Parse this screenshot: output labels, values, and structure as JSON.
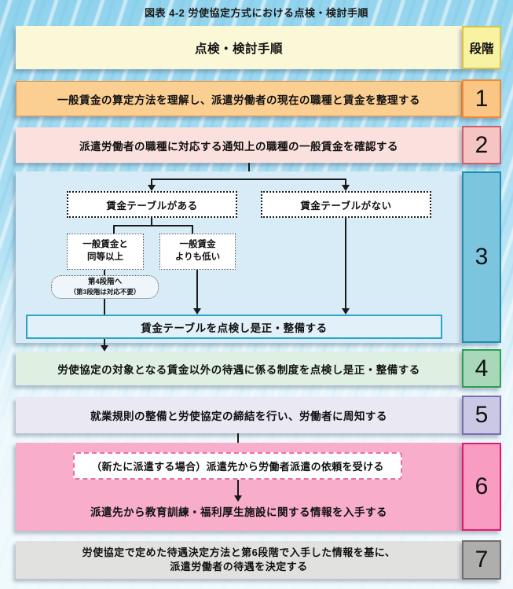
{
  "title": "図表 4-2 労使協定方式における点検・検討手順",
  "header": {
    "procedure_label": "点検・検討手順",
    "stage_label": "段階",
    "fill": "#FBF8D8",
    "stage_fill": "#F8F2A3",
    "stage_border": "#DCC344"
  },
  "steps": [
    {
      "num": "1",
      "text": "一般賃金の算定方法を理解し、派遣労働者の現在の職種と賃金を整理する",
      "fill": "#FBCE92",
      "border": "#EF9340",
      "num_fill": "#FAC585",
      "num_border": "#ED8A33"
    },
    {
      "num": "2",
      "text": "派遣労働者の職種に対応する通知上の職種の一般賃金を確認する",
      "fill": "#FBE1DE",
      "num_fill": "#F4C5C3",
      "num_border": "#CB5F70"
    },
    {
      "num": "3",
      "fill": "#D8ECF7",
      "num_fill": "#7CC5DF",
      "num_border": "#1F8DB0",
      "flow": {
        "has_table": "賃金テーブルがある",
        "no_table": "賃金テーブルがない",
        "equal_l1": "一般賃金と",
        "equal_l2": "同等以上",
        "below_l1": "一般賃金",
        "below_l2": "よりも低い",
        "skip_l1": "第4段階へ",
        "skip_l2": "（第3段階は対応不要）",
        "fix_bar": "賃金テーブルを点検し是正・整備する",
        "fix_fill": "#E2F1F9",
        "fix_border": "#2BA5C5"
      }
    },
    {
      "num": "4",
      "text": "労使協定の対象となる賃金以外の待遇に係る制度を点検し是正・整備する",
      "fill": "#DFF0E3",
      "num_fill": "#A9D7B9",
      "num_border": "#2F9F53"
    },
    {
      "num": "5",
      "text": "就業規則の整備と労使協定の締結を行い、労働者に周知する",
      "fill": "#E9E8F3",
      "num_fill": "#CBC8E5",
      "num_border": "#796FB0"
    },
    {
      "num": "6",
      "request_box": "（新たに派遣する場合）派遣先から労働者派遣の依頼を受ける",
      "text": "派遣先から教育訓練・福利厚生施設に関する情報を入手する",
      "fill": "#F8ADCA",
      "num_fill": "#F89CC2",
      "num_border": "#E7176E",
      "request_border": "#F06E9F"
    },
    {
      "num": "7",
      "line1": "労使協定で定めた待遇決定方法と第6段階で入手した情報を基に、",
      "line2": "派遣労働者の待遇を決定する",
      "fill": "#E1E1DF",
      "num_fill": "#AEAEAC",
      "num_border": "#706F6D"
    }
  ]
}
